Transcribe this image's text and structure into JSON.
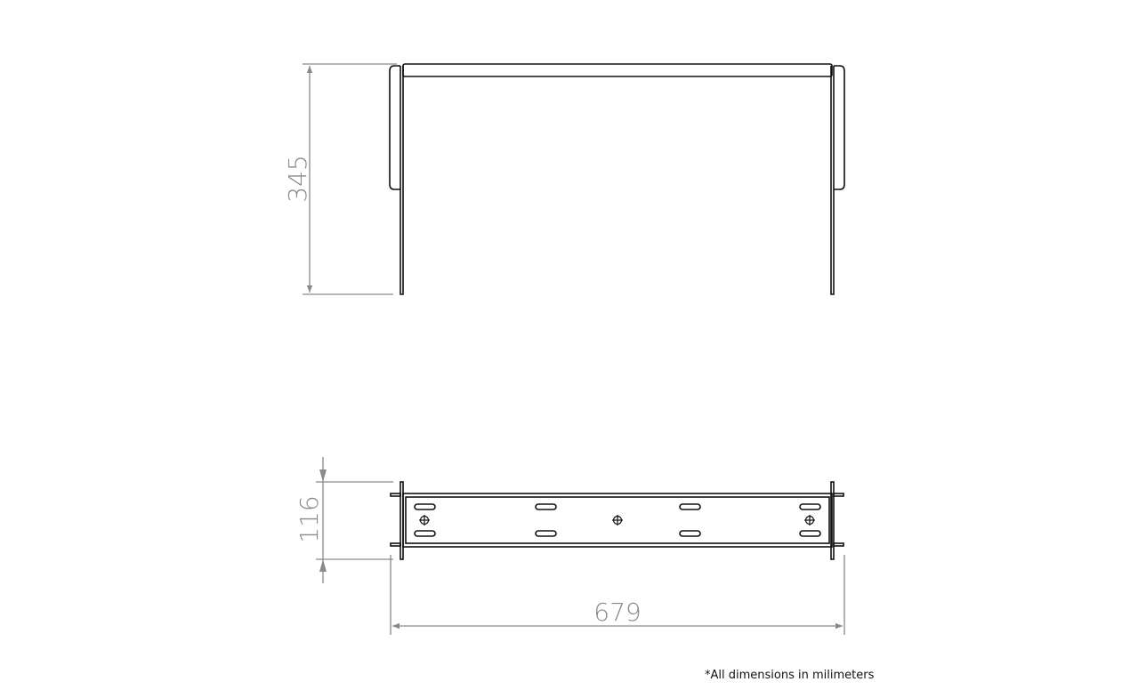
{
  "drawing": {
    "dimensions": {
      "height": "345",
      "depth": "116",
      "width": "679"
    },
    "note": "*All dimensions in milimeters",
    "colors": {
      "outline": "#111111",
      "dimension": "#8a8a8a",
      "background": "#ffffff"
    }
  }
}
